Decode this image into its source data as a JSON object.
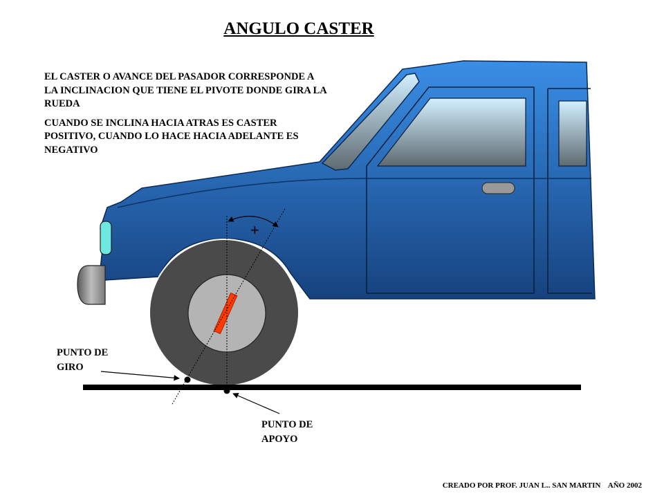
{
  "title": "ANGULO CASTER",
  "description": {
    "paragraph1": "EL CASTER O AVANCE DEL PASADOR CORRESPONDE A LA INCLINACION QUE TIENE EL PIVOTE DONDE GIRA  LA RUEDA",
    "paragraph2": "CUANDO SE INCLINA HACIA ATRAS ES CASTER POSITIVO, CUANDO LO HACE HACIA ADELANTE ES NEGATIVO"
  },
  "angle_sign": "+",
  "labels": {
    "pivot_point": "PUNTO DE GIRO",
    "contact_point": "PUNTO DE APOYO"
  },
  "credit": "CREADO POR PROF. JUAN L.. SAN MARTIN    AÑO 2002",
  "colors": {
    "body_top": "#3a8ee6",
    "body_bottom": "#16427e",
    "tire": "#4a4a4a",
    "hub": "#b4b4b4",
    "kingpin": "#ff3b00",
    "headlight": "#6fe8e2",
    "bumper": "#8a8a8a",
    "ground": "#000000"
  }
}
